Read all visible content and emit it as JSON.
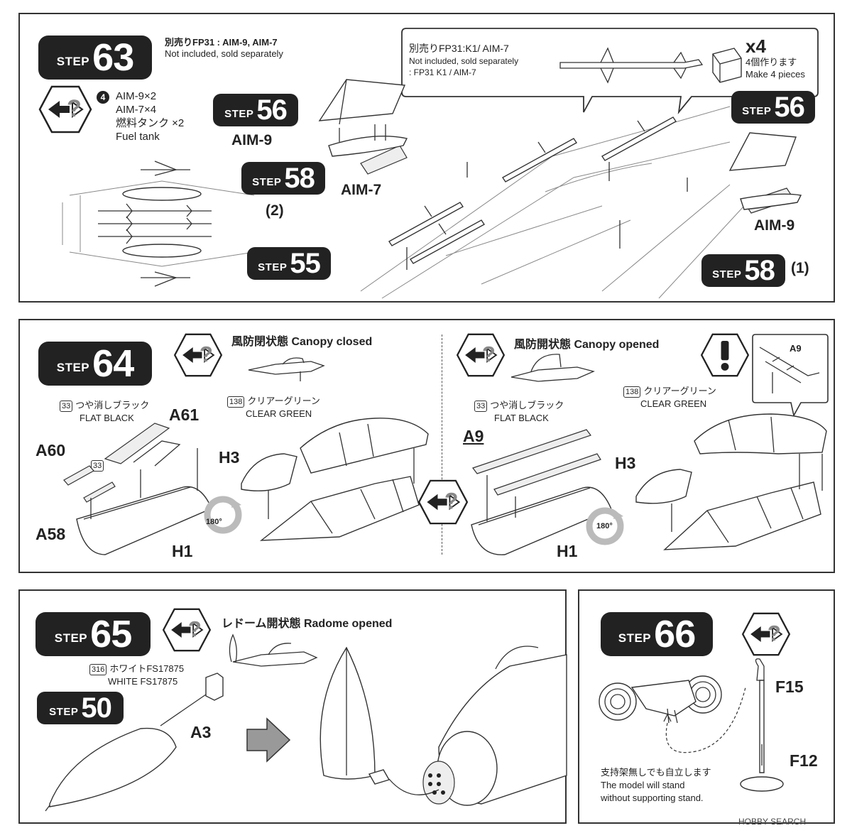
{
  "step63": {
    "step_word": "STEP",
    "step_number": "63",
    "note_jp": "別売りFP31 : AIM-9, AIM-7",
    "note_en": "Not included, sold separately",
    "callout_line1": "別売りFP31:K1/ AIM-7",
    "callout_line2": "Not included, sold separately",
    "callout_line3": ": FP31 K1 / AIM-7",
    "qty": "x4",
    "qty_jp": "4個作ります",
    "qty_en": "Make 4 pieces",
    "option_number": "4",
    "option_lines": [
      "AIM-9×2",
      "AIM-7×4",
      "燃料タンク ×2",
      "Fuel tank"
    ],
    "ref_steps": [
      {
        "word": "STEP",
        "number": "56"
      },
      {
        "word": "STEP",
        "number": "58"
      },
      {
        "word": "STEP",
        "number": "55"
      },
      {
        "word": "STEP",
        "number": "56"
      },
      {
        "word": "STEP",
        "number": "58"
      }
    ],
    "ref58_left_sub": "(2)",
    "ref58_right_sub": "(1)",
    "labels": {
      "aim9_left": "AIM-9",
      "aim7": "AIM-7",
      "aim9_right": "AIM-9"
    }
  },
  "step64": {
    "step_word": "STEP",
    "step_number": "64",
    "closed_header": "風防閉状態 Canopy closed",
    "opened_header": "風防開状態 Canopy opened",
    "color_black_num": "33",
    "color_black_jp": "つや消しブラック",
    "color_black_en": "FLAT BLACK",
    "color_green_num": "138",
    "color_green_jp": "クリアーグリーン",
    "color_green_en": "CLEAR GREEN",
    "color_small_num": "33",
    "rotate": "180°",
    "parts": {
      "a61": "A61",
      "a60": "A60",
      "a58": "A58",
      "h1": "H1",
      "h3": "H3",
      "a9": "A9"
    },
    "a9_small": "A9"
  },
  "step65": {
    "step_word": "STEP",
    "step_number": "65",
    "header": "レドーム開状態 Radome opened",
    "color_num": "316",
    "color_jp": "ホワイトFS17875",
    "color_en": "WHITE FS17875",
    "ref_step": {
      "word": "STEP",
      "number": "50"
    },
    "part": "A3"
  },
  "step66": {
    "step_word": "STEP",
    "step_number": "66",
    "part_stand": "F15",
    "part_base": "F12",
    "note_jp": "支持架無しでも自立します",
    "note_en_1": "The model will stand",
    "note_en_2": "without supporting stand."
  },
  "watermark": "HOBBY SEARCH"
}
